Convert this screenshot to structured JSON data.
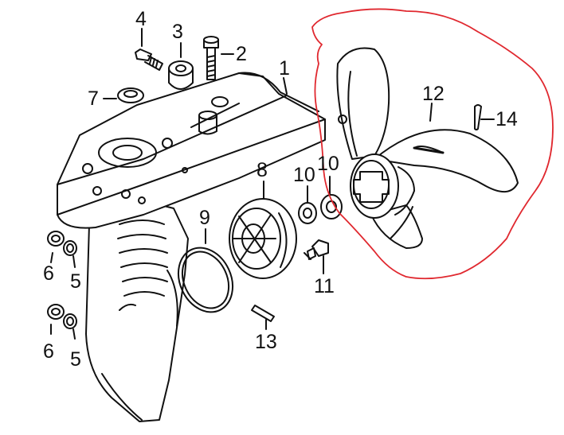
{
  "colors": {
    "ink": "#111111",
    "highlight": "#e0282f",
    "fill": "#ffffff"
  },
  "callouts": [
    {
      "id": "1",
      "label": "1"
    },
    {
      "id": "2",
      "label": "2"
    },
    {
      "id": "3",
      "label": "3"
    },
    {
      "id": "4",
      "label": "4"
    },
    {
      "id": "5a",
      "label": "5"
    },
    {
      "id": "5b",
      "label": "5"
    },
    {
      "id": "6a",
      "label": "6"
    },
    {
      "id": "6b",
      "label": "6"
    },
    {
      "id": "7",
      "label": "7"
    },
    {
      "id": "8",
      "label": "8"
    },
    {
      "id": "9",
      "label": "9"
    },
    {
      "id": "10a",
      "label": "10"
    },
    {
      "id": "10b",
      "label": "10"
    },
    {
      "id": "11",
      "label": "11"
    },
    {
      "id": "12",
      "label": "12"
    },
    {
      "id": "13",
      "label": "13"
    },
    {
      "id": "14",
      "label": "14"
    }
  ]
}
